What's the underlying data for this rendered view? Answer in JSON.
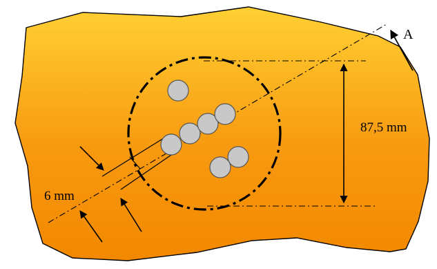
{
  "labels": {
    "section_marker": "A",
    "diameter_dimension": "87,5 mm",
    "width_dimension": "6 mm"
  },
  "colors": {
    "region_light": "#ffd033",
    "region_dark": "#f28800",
    "outline": "#000000",
    "circle_fill": "#c8c8c8",
    "circle_stroke": "#555555"
  }
}
